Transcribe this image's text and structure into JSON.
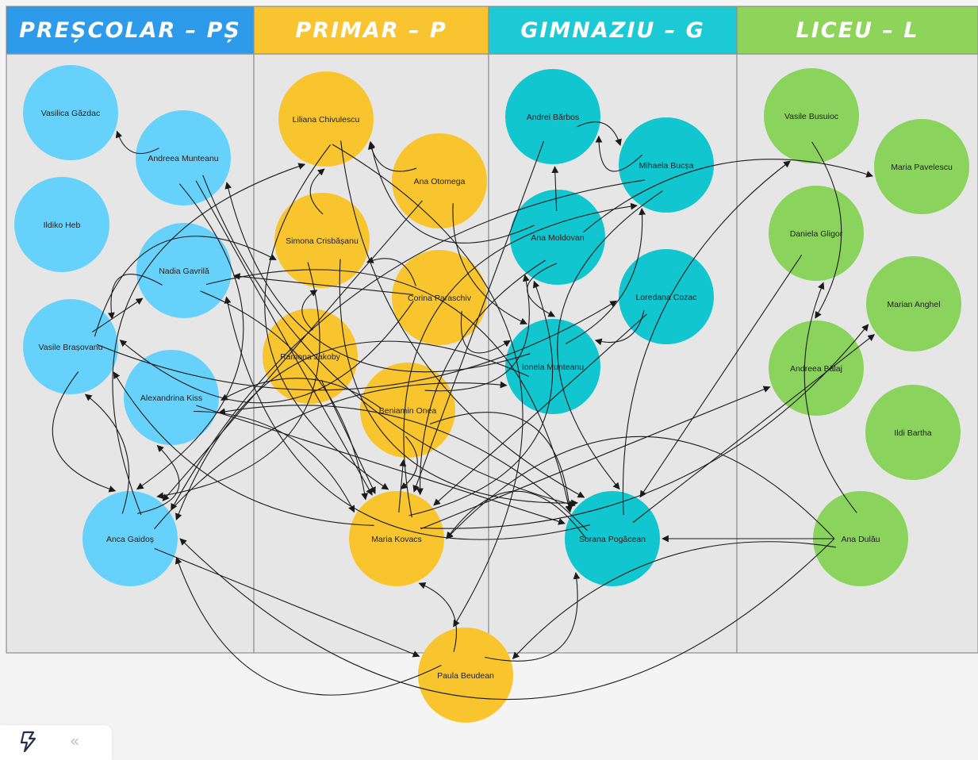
{
  "columns": [
    {
      "id": "ps",
      "title": "PREȘCOLAR – PȘ",
      "header_color": "#2e9bea"
    },
    {
      "id": "p",
      "title": "PRIMAR – P",
      "header_color": "#f8c42f"
    },
    {
      "id": "g",
      "title": "GIMNAZIU – G",
      "header_color": "#1ccad5"
    },
    {
      "id": "l",
      "title": "LICEU – L",
      "header_color": "#8fd45a"
    }
  ],
  "colors": {
    "ps_node": "#66d2fb",
    "p_node": "#f9c52e",
    "g_node": "#12c6d0",
    "l_node": "#8ad35c",
    "panel": "#e6e6e6",
    "edge": "#1a1a1a"
  },
  "nodes": [
    {
      "id": "vgazdac",
      "label": "Vasilica Găzdac",
      "group": "ps"
    },
    {
      "id": "amunteanu",
      "label": "Andreea Munteanu",
      "group": "ps"
    },
    {
      "id": "iheb",
      "label": "Ildiko Heb",
      "group": "ps"
    },
    {
      "id": "ngavrila",
      "label": "Nadia Gavrilă",
      "group": "ps"
    },
    {
      "id": "vbrasovanu",
      "label": "Vasile Brașovanu",
      "group": "ps"
    },
    {
      "id": "akiss",
      "label": "Alexandrina Kiss",
      "group": "ps"
    },
    {
      "id": "agaidos",
      "label": "Anca Gaidoș",
      "group": "ps"
    },
    {
      "id": "lchivulescu",
      "label": "Liliana Chivulescu",
      "group": "p"
    },
    {
      "id": "aotomega",
      "label": "Ana Otomega",
      "group": "p"
    },
    {
      "id": "scrisbasanu",
      "label": "Simona Crisbășanu",
      "group": "p"
    },
    {
      "id": "cparaschiv",
      "label": "Corina Paraschiv",
      "group": "p"
    },
    {
      "id": "rjakoby",
      "label": "Ramona Jakoby",
      "group": "p"
    },
    {
      "id": "bonea",
      "label": "Beniamin Onea",
      "group": "p"
    },
    {
      "id": "mkovacs",
      "label": "Maria Kovacs",
      "group": "p"
    },
    {
      "id": "pbeudean",
      "label": "Paula Beudean",
      "group": "p"
    },
    {
      "id": "abarbos",
      "label": "Andrei Bărbos",
      "group": "g"
    },
    {
      "id": "mbucsa",
      "label": "Mihaela Bucșa",
      "group": "g"
    },
    {
      "id": "amoldovan",
      "label": "Ana Moldovan",
      "group": "g"
    },
    {
      "id": "lcozac",
      "label": "Loredana Cozac",
      "group": "g"
    },
    {
      "id": "imunteanu",
      "label": "Ionela Munteanu",
      "group": "g"
    },
    {
      "id": "spogacean",
      "label": "Sorana Pogăcean",
      "group": "g"
    },
    {
      "id": "vbusuioc",
      "label": "Vasile Busuioc",
      "group": "l"
    },
    {
      "id": "mpavelescu",
      "label": "Maria Pavelescu",
      "group": "l"
    },
    {
      "id": "dgligor",
      "label": "Daniela Gligor",
      "group": "l"
    },
    {
      "id": "manghel",
      "label": "Marian Anghel",
      "group": "l"
    },
    {
      "id": "abalaj",
      "label": "Andreea Bălaj",
      "group": "l"
    },
    {
      "id": "ibartha",
      "label": "Ildi Bartha",
      "group": "l"
    },
    {
      "id": "adulau",
      "label": "Ana Dulău",
      "group": "l"
    }
  ],
  "edges": [
    [
      "amunteanu",
      "agaidos"
    ],
    [
      "amunteanu",
      "vgazdac"
    ],
    [
      "amunteanu",
      "mkovacs"
    ],
    [
      "amunteanu",
      "spogacean"
    ],
    [
      "ngavrila",
      "vbrasovanu"
    ],
    [
      "ngavrila",
      "spogacean"
    ],
    [
      "ngavrila",
      "mkovacs"
    ],
    [
      "vbrasovanu",
      "ngavrila"
    ],
    [
      "vbrasovanu",
      "lcozac"
    ],
    [
      "vbrasovanu",
      "agaidos"
    ],
    [
      "vbrasovanu",
      "scrisbasanu"
    ],
    [
      "akiss",
      "mkovacs"
    ],
    [
      "akiss",
      "spogacean"
    ],
    [
      "agaidos",
      "vbrasovanu"
    ],
    [
      "agaidos",
      "akiss"
    ],
    [
      "agaidos",
      "lchivulescu"
    ],
    [
      "agaidos",
      "imunteanu"
    ],
    [
      "agaidos",
      "pbeudean"
    ],
    [
      "lchivulescu",
      "spogacean"
    ],
    [
      "lchivulescu",
      "mkovacs"
    ],
    [
      "lchivulescu",
      "pbeudean"
    ],
    [
      "aotomega",
      "lchivulescu"
    ],
    [
      "aotomega",
      "agaidos"
    ],
    [
      "aotomega",
      "imunteanu"
    ],
    [
      "scrisbasanu",
      "spogacean"
    ],
    [
      "scrisbasanu",
      "agaidos"
    ],
    [
      "scrisbasanu",
      "lchivulescu"
    ],
    [
      "cparaschiv",
      "ngavrila"
    ],
    [
      "cparaschiv",
      "scrisbasanu"
    ],
    [
      "cparaschiv",
      "imunteanu"
    ],
    [
      "cparaschiv",
      "vbrasovanu"
    ],
    [
      "rjakoby",
      "scrisbasanu"
    ],
    [
      "rjakoby",
      "mkovacs"
    ],
    [
      "bonea",
      "akiss"
    ],
    [
      "bonea",
      "amoldovan"
    ],
    [
      "bonea",
      "spogacean"
    ],
    [
      "bonea",
      "mkovacs"
    ],
    [
      "mkovacs",
      "abalaj"
    ],
    [
      "mkovacs",
      "manghel"
    ],
    [
      "mkovacs",
      "amoldovan"
    ],
    [
      "mkovacs",
      "mbucsa"
    ],
    [
      "mkovacs",
      "vbrasovanu"
    ],
    [
      "mkovacs",
      "bonea"
    ],
    [
      "pbeudean",
      "mkovacs"
    ],
    [
      "pbeudean",
      "spogacean"
    ],
    [
      "pbeudean",
      "agaidos"
    ],
    [
      "abarbos",
      "mbucsa"
    ],
    [
      "abarbos",
      "mkovacs"
    ],
    [
      "mbucsa",
      "agaidos"
    ],
    [
      "mbucsa",
      "spogacean"
    ],
    [
      "mbucsa",
      "abarbos"
    ],
    [
      "amoldovan",
      "mpavelescu"
    ],
    [
      "amoldovan",
      "abarbos"
    ],
    [
      "amoldovan",
      "mkovacs"
    ],
    [
      "amoldovan",
      "imunteanu"
    ],
    [
      "amoldovan",
      "lchivulescu"
    ],
    [
      "lcozac",
      "imunteanu"
    ],
    [
      "lcozac",
      "mkovacs"
    ],
    [
      "imunteanu",
      "mbucsa"
    ],
    [
      "imunteanu",
      "agaidos"
    ],
    [
      "imunteanu",
      "amunteanu"
    ],
    [
      "spogacean",
      "vbusuioc"
    ],
    [
      "spogacean",
      "manghel"
    ],
    [
      "spogacean",
      "akiss"
    ],
    [
      "spogacean",
      "mkovacs"
    ],
    [
      "spogacean",
      "ngavrila"
    ],
    [
      "adulau",
      "dgligor"
    ],
    [
      "adulau",
      "spogacean"
    ],
    [
      "adulau",
      "pbeudean"
    ],
    [
      "adulau",
      "mkovacs"
    ],
    [
      "adulau",
      "agaidos"
    ],
    [
      "vbusuioc",
      "abalaj"
    ],
    [
      "dgligor",
      "spogacean"
    ]
  ],
  "toolbar": {
    "icon": "lightning-bolt-icon",
    "collapse_label": "«"
  }
}
